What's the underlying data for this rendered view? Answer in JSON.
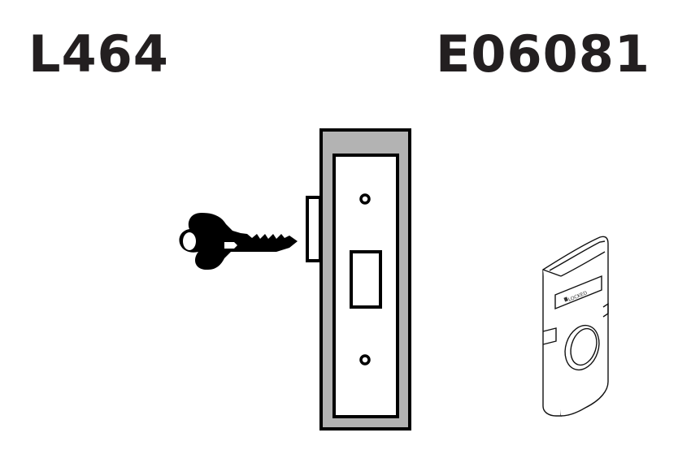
{
  "diagram": {
    "left_product": {
      "code": "L464",
      "parts": [
        "key",
        "mortise-lock-faceplate"
      ]
    },
    "right_product": {
      "code": "E06081",
      "parts": [
        "indicator-escutcheon"
      ],
      "indicator_text": "LOCKED"
    },
    "colors": {
      "text": "#231f20",
      "faceplate_fill": "#b3b3b3",
      "stroke": "#000000",
      "background": "#ffffff"
    }
  }
}
